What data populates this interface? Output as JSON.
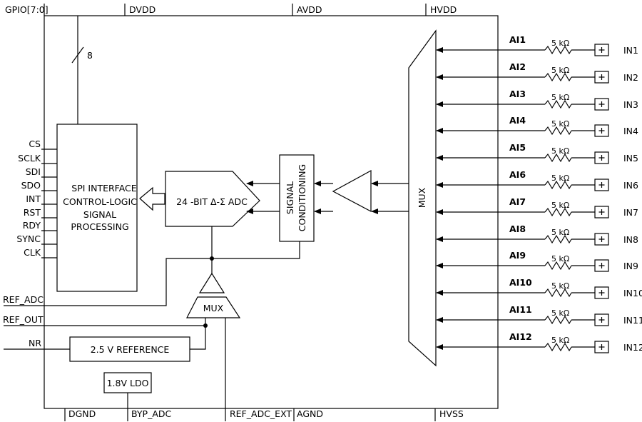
{
  "top_pins": {
    "gpio": "GPIO[7:0]",
    "dvdd": "DVDD",
    "avdd": "AVDD",
    "hvdd": "HVDD"
  },
  "bottom_pins": {
    "dgnd": "DGND",
    "byp_adc": "BYP_ADC",
    "ref_adc_ext": "REF_ADC_EXT",
    "agnd": "AGND",
    "hvss": "HVSS"
  },
  "bus_width": "8",
  "spi_pins": [
    "CS",
    "SCLK",
    "SDI",
    "SDO",
    "INT",
    "RST",
    "RDY",
    "SYNC",
    "CLK"
  ],
  "left_pins": {
    "ref_adc": "REF_ADC",
    "ref_out": "REF_OUT",
    "nr": "NR"
  },
  "blocks": {
    "spi_lines": [
      "SPI INTERFACE",
      "CONTROL-LOGIC",
      "SIGNAL",
      "PROCESSING"
    ],
    "adc": "24 -BIT Δ-Σ ADC",
    "signal_conditioning": [
      "SIGNAL",
      "CONDITIONING"
    ],
    "mux_main": "MUX",
    "mux_ref": "MUX",
    "reference": "2.5  V REFERENCE",
    "ldo": "1.8V LDO"
  },
  "resistor_value": "5 kΩ",
  "channels": [
    {
      "ai": "AI1",
      "in": "IN1"
    },
    {
      "ai": "AI2",
      "in": "IN2"
    },
    {
      "ai": "AI3",
      "in": "IN3"
    },
    {
      "ai": "AI4",
      "in": "IN4"
    },
    {
      "ai": "AI5",
      "in": "IN5"
    },
    {
      "ai": "AI6",
      "in": "IN6"
    },
    {
      "ai": "AI7",
      "in": "IN7"
    },
    {
      "ai": "AI8",
      "in": "IN8"
    },
    {
      "ai": "AI9",
      "in": "IN9"
    },
    {
      "ai": "AI10",
      "in": "IN10"
    },
    {
      "ai": "AI11",
      "in": "IN11"
    },
    {
      "ai": "AI12",
      "in": "IN12"
    }
  ]
}
